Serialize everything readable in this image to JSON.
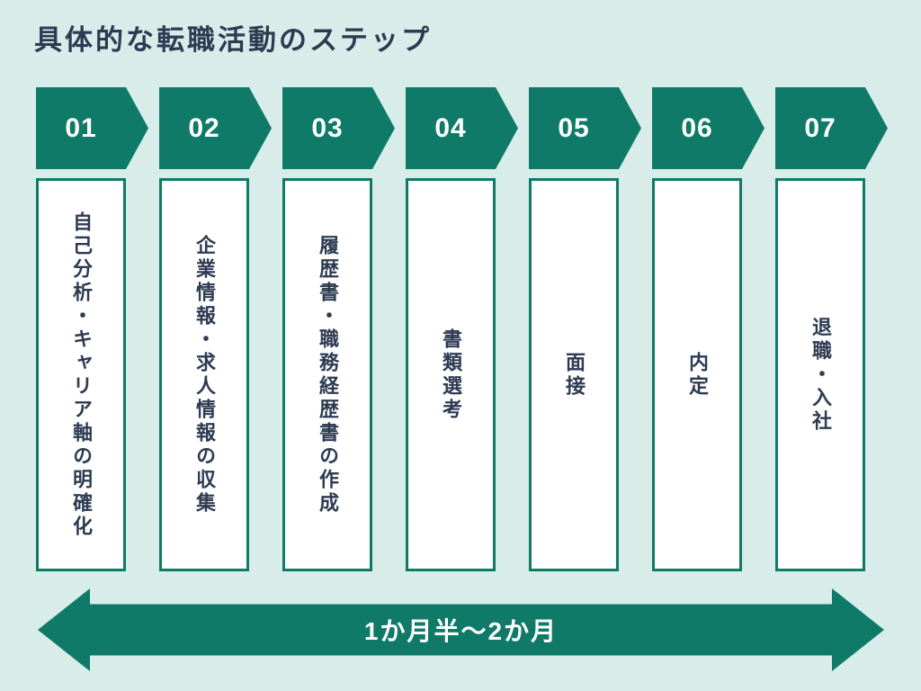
{
  "title": "具体的な転職活動のステップ",
  "steps": [
    {
      "number": "01",
      "label": "自己分析・キャリア軸の明確化"
    },
    {
      "number": "02",
      "label": "企業情報・求人情報の収集"
    },
    {
      "number": "03",
      "label": "履歴書・職務経歴書の作成"
    },
    {
      "number": "04",
      "label": "書類選考"
    },
    {
      "number": "05",
      "label": "面接"
    },
    {
      "number": "06",
      "label": "内定"
    },
    {
      "number": "07",
      "label": "退職・入社"
    }
  ],
  "timeline": {
    "label": "1か月半〜2か月"
  },
  "colors": {
    "background": "#d8ece9",
    "accent_teal": "#107a68",
    "text_navy": "#2d3b52",
    "box_fill": "#ffffff",
    "number_white": "#ffffff"
  }
}
